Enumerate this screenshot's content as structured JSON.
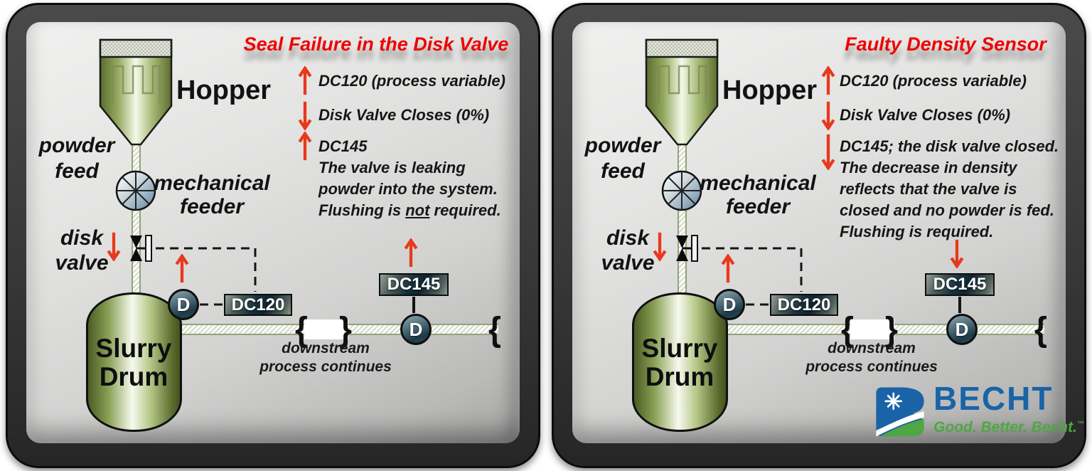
{
  "colors": {
    "arrow_red": "#e8391b",
    "title_red": "#ee0202",
    "becht_blue": "#1a63a7",
    "becht_green": "#4fa743",
    "pipe_edge_olive": "#93a376",
    "instrument_teal": "#17313c"
  },
  "diagram": {
    "hopper": "Hopper",
    "powder_feed": [
      "powder",
      "feed"
    ],
    "mechanical_feeder": [
      "mechanical",
      "feeder"
    ],
    "disk_valve": [
      "disk",
      "valve"
    ],
    "slurry_drum": [
      "Slurry",
      "Drum"
    ],
    "downstream": [
      "downstream",
      "process continues"
    ],
    "dc120": "DC120",
    "dc145": "DC145",
    "density_indicator": "D"
  },
  "panels": [
    {
      "title": "Seal Failure in the Disk Valve",
      "ann1": "DC120 (process variable)",
      "ann2": "Disk Valve Closes (0%)",
      "ann3_line1": "DC145",
      "ann3_line2": "The valve is leaking",
      "ann3_line3": "powder into the system.",
      "ann3_line4_prefix": "Flushing is ",
      "ann3_line4_underline": "not",
      "ann3_line4_suffix": " required."
    },
    {
      "title": "Faulty Density Sensor",
      "ann1": "DC120 (process variable)",
      "ann2": "Disk Valve Closes (0%)",
      "ann3_line1": "DC145; the disk valve closed.",
      "ann3_line2": "The decrease in density",
      "ann3_line3": "reflects that the valve is",
      "ann3_line4": "closed and no powder is fed.",
      "ann3_line5": "Flushing is required."
    }
  ],
  "logo": {
    "wordmark": "BECHT",
    "tagline": "Good. Better. Becht.",
    "trademark": "™"
  }
}
